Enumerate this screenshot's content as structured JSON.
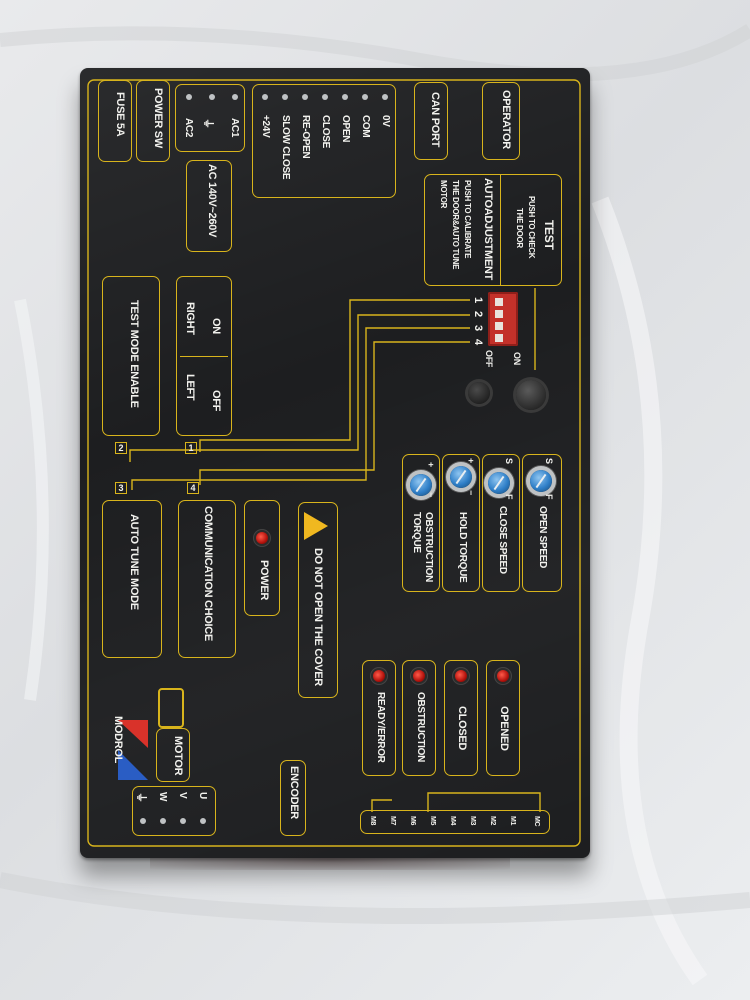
{
  "panel": {
    "fuse": "FUSE 5A",
    "power_sw": "POWER SW",
    "ac_terminals": [
      "AC1",
      "⏚",
      "AC2"
    ],
    "ac_range": "AC 140V~260V",
    "signal_terminals": [
      "0V",
      "COM",
      "OPEN",
      "CLOSE",
      "RE-OPEN",
      "SLOW CLOSE",
      "+24V"
    ],
    "can_port": "CAN PORT",
    "operator": "OPERATOR",
    "test_title": "TEST",
    "test_desc": [
      "PUSH TO CHECK",
      "THE DOOR"
    ],
    "auto_title": "AUTOADJUSTMENT",
    "auto_desc": [
      "PUSH TO CALIBRATE",
      "THE DOOR&AUTO TUNE",
      "MOTOR"
    ],
    "dip_numbers": [
      "1",
      "2",
      "3",
      "4"
    ],
    "dip_on": "ON",
    "dip_off": "OFF",
    "switch1_on": "ON",
    "switch1_off": "OFF",
    "switch1_right": "RIGHT",
    "switch1_left": "LEFT",
    "switch1_num": "1",
    "switch2_label": "TEST MODE ENABLE",
    "switch2_num": "2",
    "switch3_label": "AUTO TUNE MODE",
    "switch3_num": "3",
    "switch4_label": "COMMUNICATION CHOICE",
    "switch4_num": "4",
    "power_led": "POWER",
    "warning": "DO NOT OPEN THE COVER",
    "pots": [
      {
        "label": "OBSTRUCTION TORQUE",
        "marks": [
          "+",
          "−"
        ]
      },
      {
        "label": "HOLD TORQUE",
        "marks": [
          "+",
          "−"
        ]
      },
      {
        "label": "CLOSE SPEED",
        "marks": [
          "S",
          "F"
        ]
      },
      {
        "label": "OPEN SPEED",
        "marks": [
          "S",
          "F"
        ]
      }
    ],
    "status_leds": [
      "READY/ERROR",
      "OBSTRUCTION",
      "CLOSED",
      "OPENED"
    ],
    "relay_labels": [
      "M8",
      "M7",
      "M6",
      "M5",
      "M4",
      "M3",
      "M2",
      "M1",
      "MC"
    ],
    "motor": "MOTOR",
    "motor_terminals": [
      "U",
      "V",
      "W",
      "⏚"
    ],
    "brand": "MODROL",
    "encoder": "ENCODER"
  },
  "colors": {
    "panel": "#1d1e20",
    "silkscreen": "#d8b41c",
    "text": "#f2f2ee",
    "led": "#e0241a",
    "pot": "#2f7fc8"
  }
}
